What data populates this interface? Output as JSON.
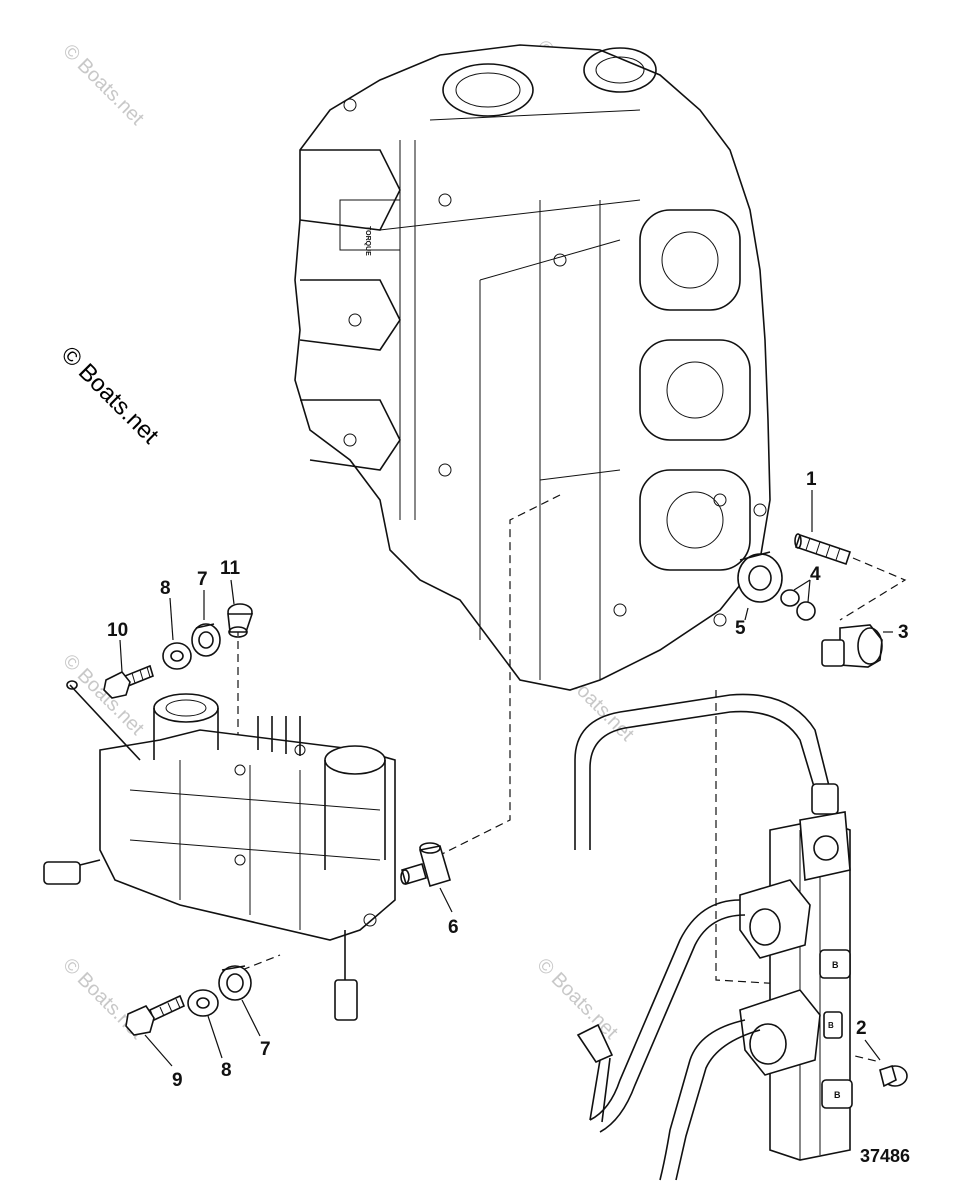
{
  "watermark": {
    "main": "© Boats.net",
    "faint": "© Boats.net"
  },
  "figure_number": "37486",
  "callouts": {
    "c1": "1",
    "c2": "2",
    "c3": "3",
    "c4": "4",
    "c5": "5",
    "c6": "6",
    "c7a": "7",
    "c7b": "7",
    "c8a": "8",
    "c8b": "8",
    "c9": "9",
    "c10": "10",
    "c11": "11"
  },
  "engine_label": {
    "torque": "TORQUE"
  },
  "rail_letters": {
    "b1": "B",
    "b2": "B",
    "b3": "B"
  }
}
